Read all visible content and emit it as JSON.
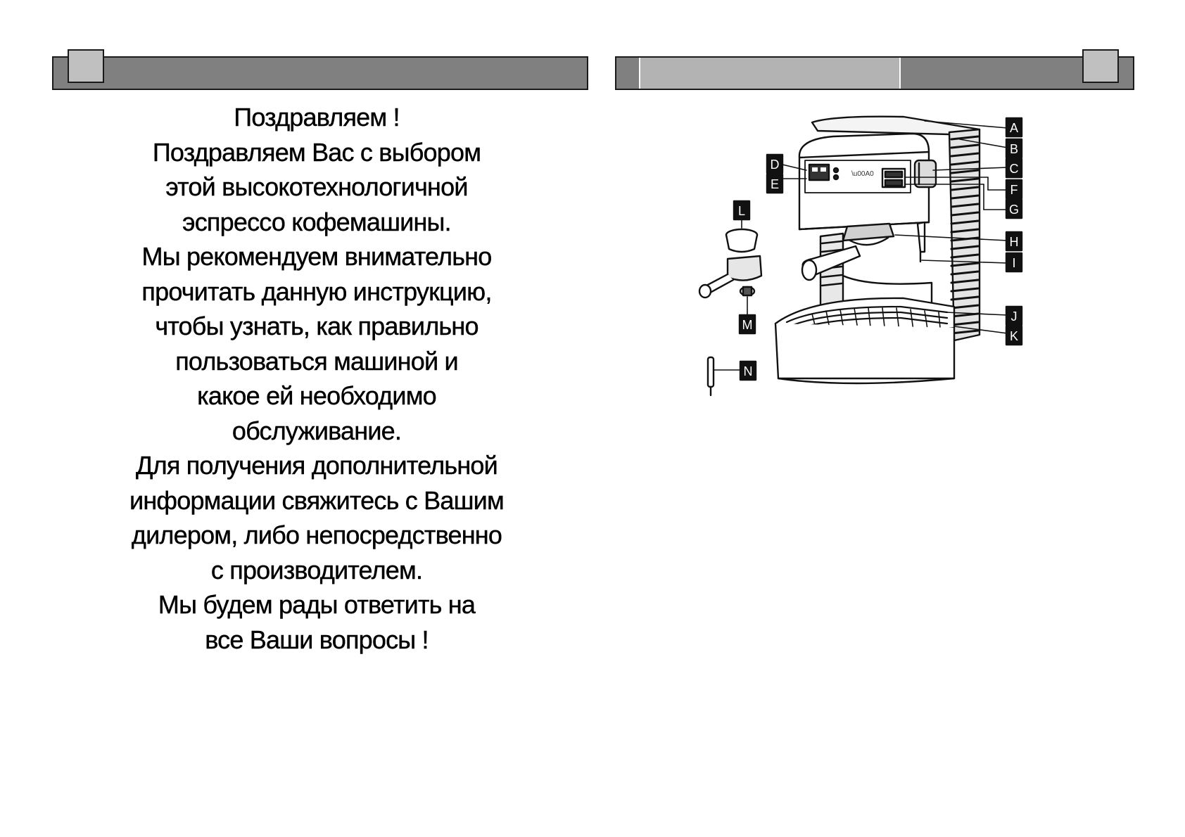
{
  "intro_lines": [
    "Поздравляем !",
    "Поздравляем Вас с выбором",
    "этой высокотехнологичной",
    "эспрессо кофемашины.",
    "Мы рекомендуем внимательно",
    "прочитать данную инструкцию,",
    "чтобы узнать, как правильно",
    "пользоваться машиной и",
    "какое ей необходимо",
    "обслуживание.",
    "Для получения дополнительной",
    "информации свяжитесь с Вашим",
    "дилером, либо непосредственно",
    "с производителем.",
    "Мы будем рады ответить на",
    "все Ваши вопросы !"
  ],
  "diagram_labels": {
    "A": "A",
    "B": "B",
    "C": "C",
    "D": "D",
    "E": "E",
    "F": "F",
    "G": "G",
    "H": "H",
    "I": "I",
    "J": "J",
    "K": "K",
    "L": "L",
    "M": "M",
    "N": "N"
  },
  "colors": {
    "band": "#808080",
    "band_square": "#c0c0c0",
    "band_stripe": "#b3b3b3",
    "text": "#000000"
  }
}
